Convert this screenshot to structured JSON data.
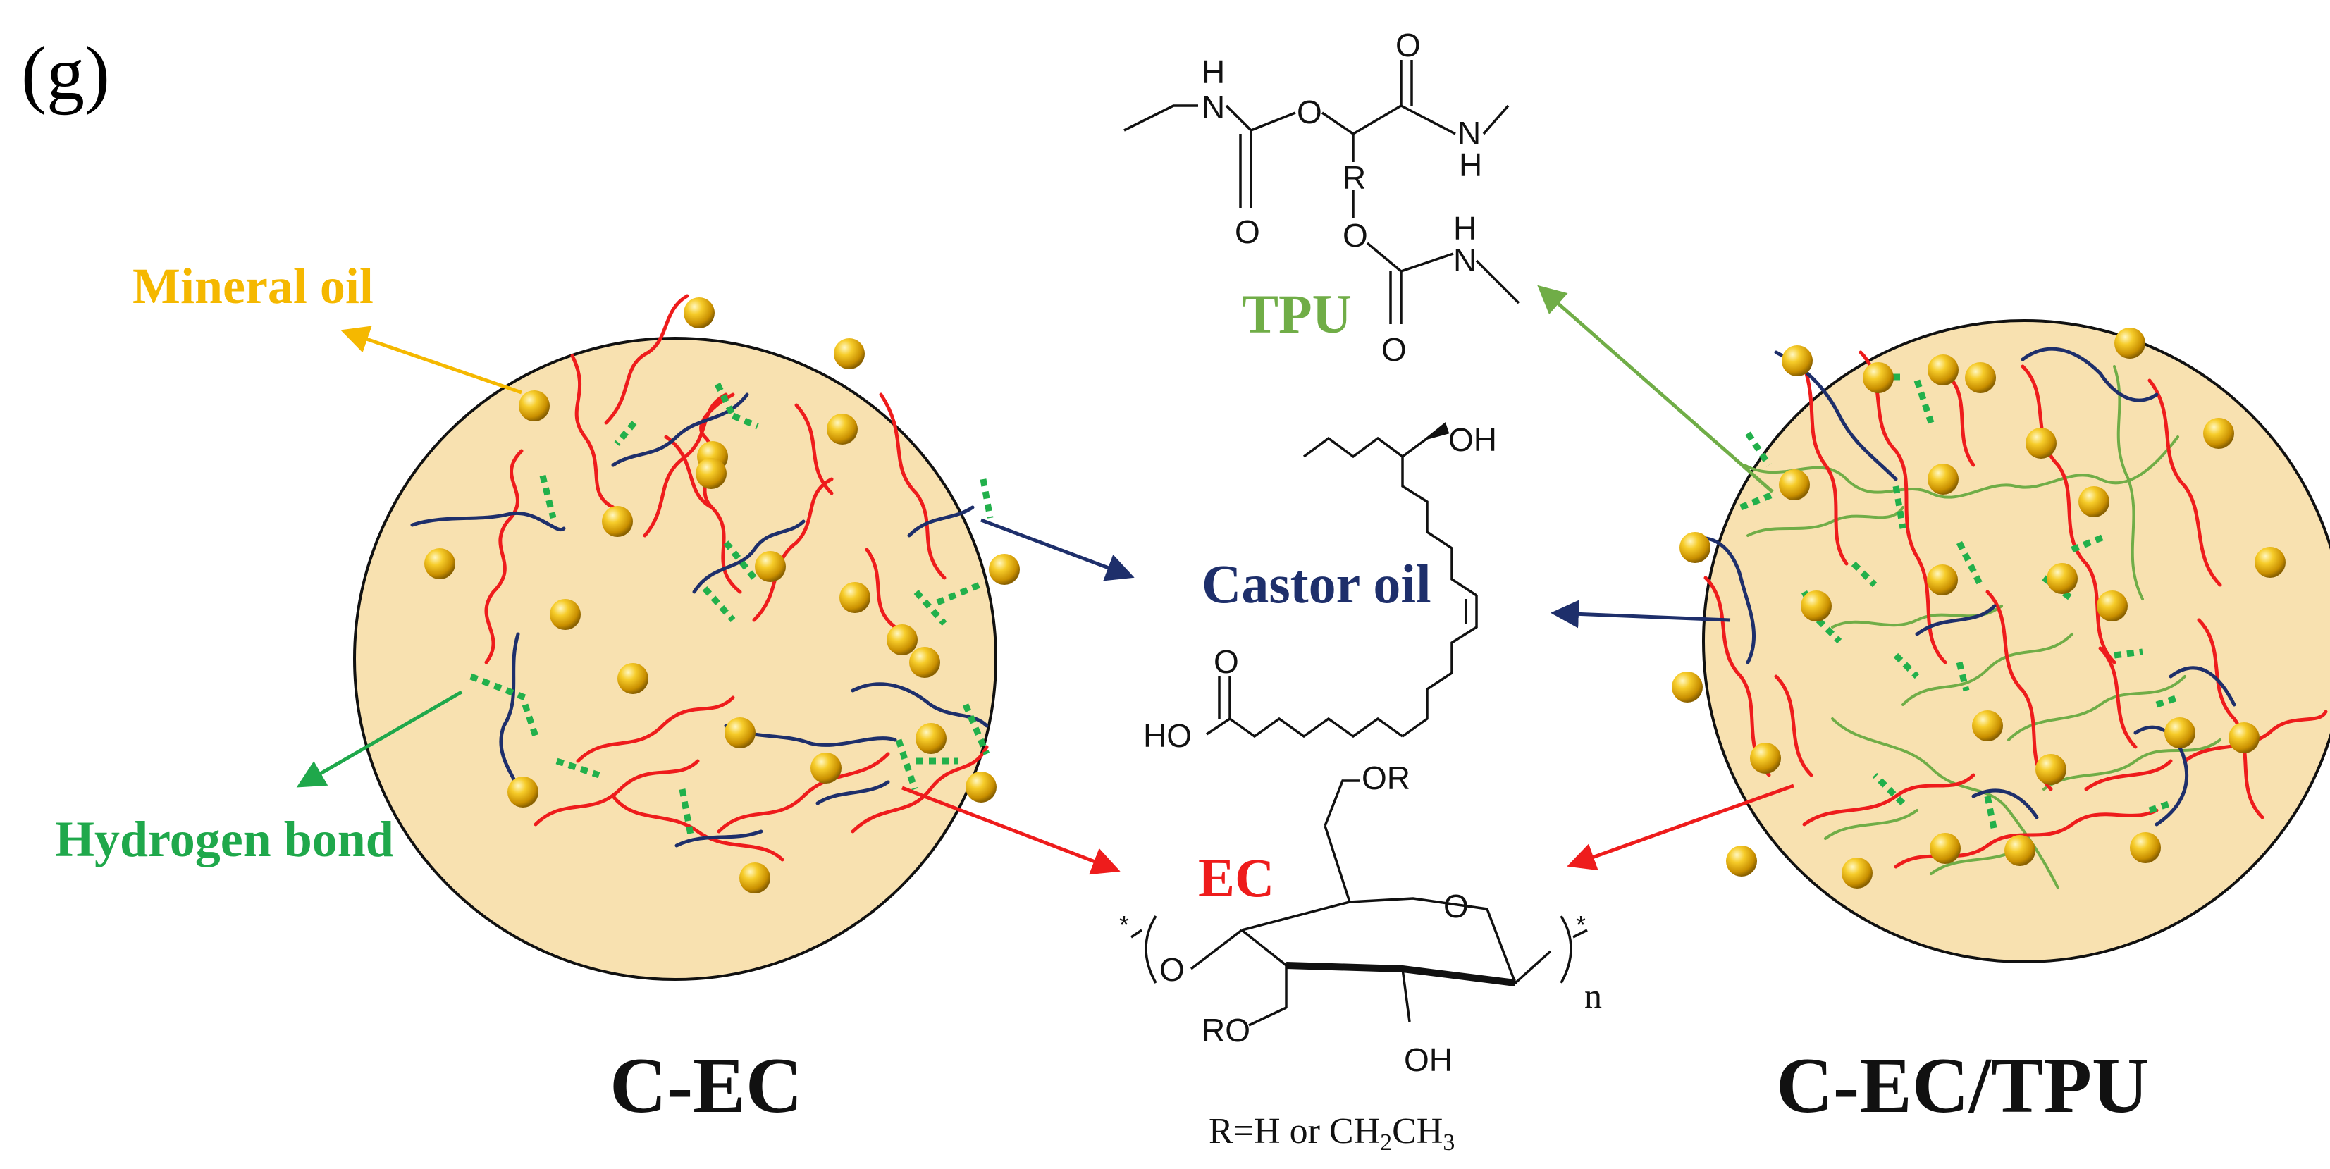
{
  "panel_label": "(g)",
  "left_sample": {
    "caption": "C-EC",
    "callouts": {
      "mineral_oil": "Mineral oil",
      "hydrogen_bond": "Hydrogen bond"
    }
  },
  "right_sample": {
    "caption": "C-EC/TPU"
  },
  "structures": {
    "tpu": {
      "name": "TPU",
      "atoms": {
        "nh_1": "N",
        "h_1": "H",
        "o_ether_1": "O",
        "o_carbonyl_1": "O",
        "r": "R",
        "o_carbonyl_2": "O",
        "nh_2": "N",
        "h_2": "H",
        "o_ether_2": "O",
        "o_carbonyl_3": "O",
        "nh_3": "N",
        "h_3": "H"
      }
    },
    "castor_oil": {
      "name": "Castor oil",
      "atoms": {
        "oh": "OH",
        "ho": "HO",
        "carbonyl_o": "O"
      }
    },
    "ec": {
      "name": "EC",
      "atoms": {
        "or_top": "OR",
        "ring_o": "O",
        "bridge_o": "O",
        "ro": "RO",
        "oh": "OH",
        "star_left": "*",
        "star_right": "*",
        "n": "n"
      },
      "substituent_note": {
        "prefix": "R=H or CH",
        "sub1": "2",
        "mid": "CH",
        "sub2": "3"
      }
    }
  },
  "colors": {
    "background": "#ffffff",
    "droplet_fill": "#f8e1b0",
    "droplet_stroke": "#111111",
    "ec_chain": "#ee1c1c",
    "castor_chain": "#1e2f6b",
    "tpu_chain": "#70ad47",
    "hbond": "#22b04b",
    "mineral_oil_label": "#f5b800",
    "hbond_label": "#1fa84b",
    "tpu_label": "#70ad47",
    "castor_label": "#1e2f6b",
    "ec_label": "#ee1c1c",
    "particle": "#d9a400"
  }
}
